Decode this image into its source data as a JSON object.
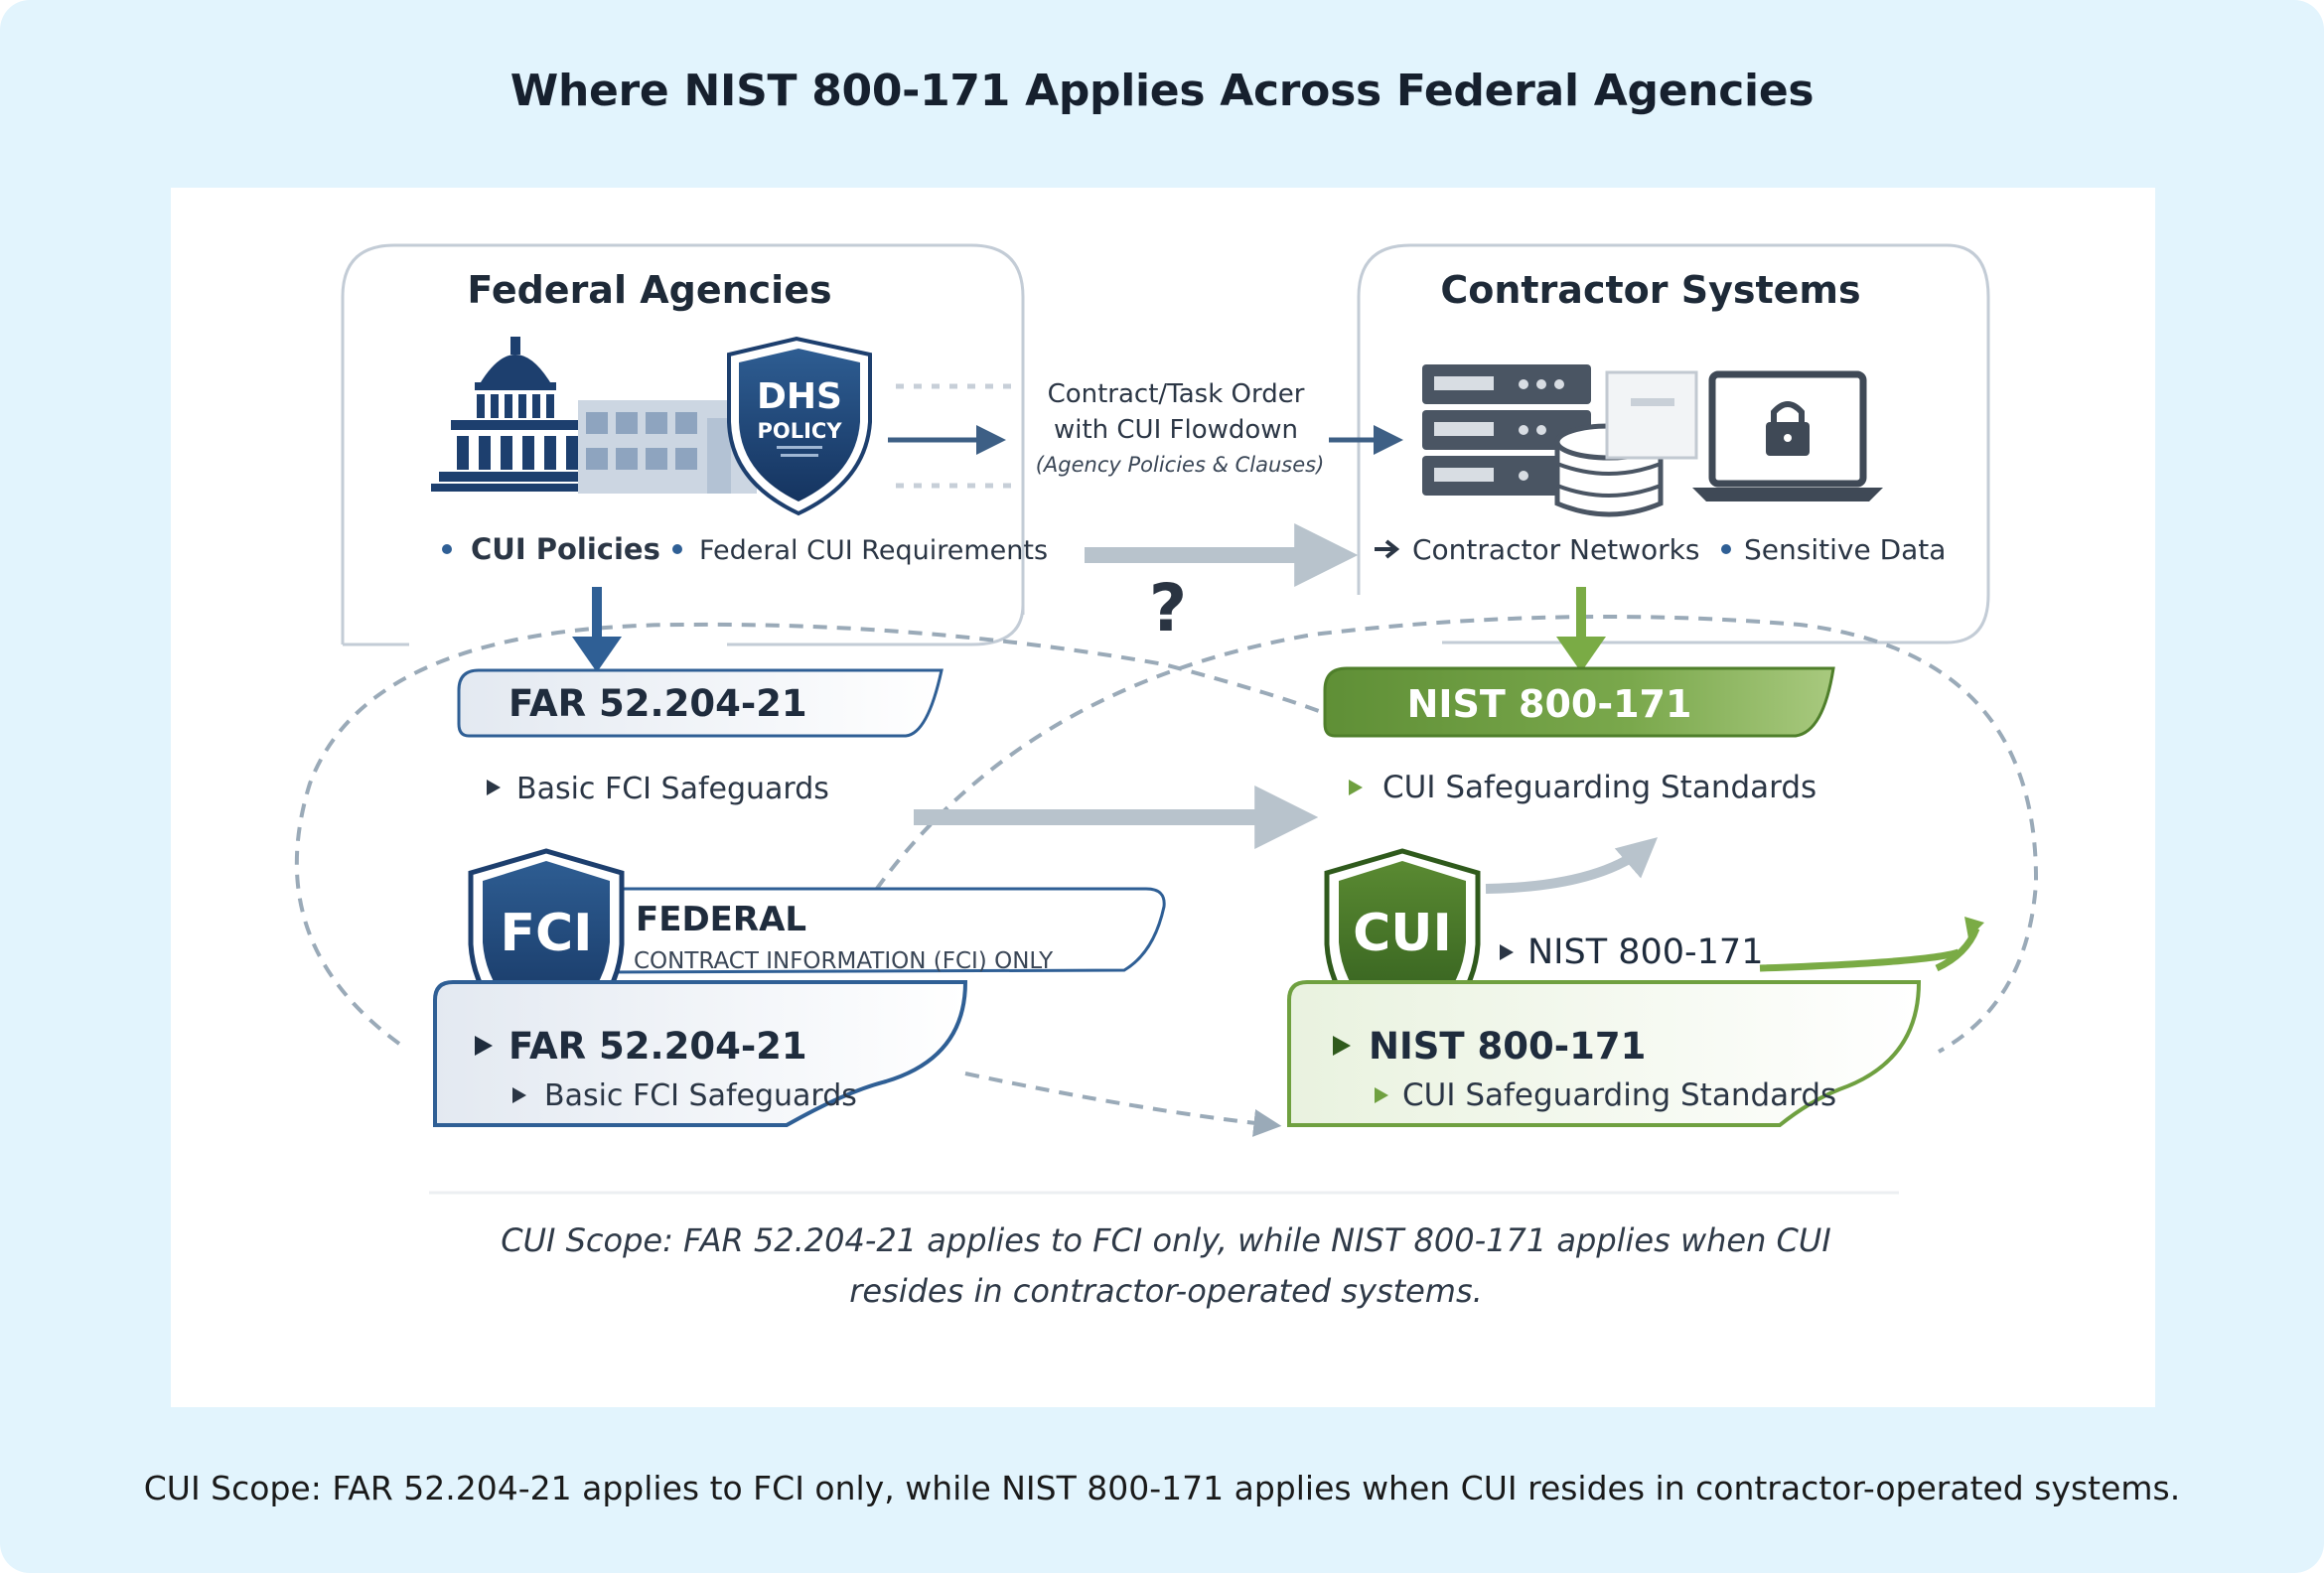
{
  "title": "Where NIST 800-171 Applies Across Federal Agencies",
  "federal": {
    "heading": "Federal Agencies",
    "shield_line1": "DHS",
    "shield_line2": "POLICY",
    "bullet1": "CUI Policies",
    "bullet2": "Federal CUI Requirements"
  },
  "flow": {
    "line1": "Contract/Task Order",
    "line2": "with CUI Flowdown",
    "line3": "(Agency Policies & Clauses)",
    "question": "?"
  },
  "contractor": {
    "heading": "Contractor Systems",
    "bullet1": "Contractor Networks",
    "bullet2": "Sensitive Data"
  },
  "far_top": {
    "label": "FAR 52.204-21",
    "sub": "Basic FCI Safeguards"
  },
  "nist_top": {
    "label": "NIST 800-171",
    "sub": "CUI Safeguarding Standards"
  },
  "fci": {
    "shield": "FCI",
    "title": "FEDERAL",
    "sub": "CONTRACT INFORMATION  (FCI) ONLY"
  },
  "cui": {
    "shield": "CUI",
    "side_label": "NIST 800-171"
  },
  "far_bottom": {
    "label": "FAR 52.204-21",
    "sub": "Basic FCI Safeguards"
  },
  "nist_bottom": {
    "label": "NIST 800-171",
    "sub": "CUI Safeguarding Standards"
  },
  "inner_caption": {
    "line1": "CUI Scope: FAR 52.204-21 applies to FCI only, while NIST 800-171 applies when CUI",
    "line2": "resides in contractor-operated systems."
  },
  "caption": "CUI Scope: FAR 52.204-21 applies to FCI only, while NIST 800-171 applies when CUI resides in contractor-operated systems.",
  "colors": {
    "background": "#e2f4fd",
    "navy": "#1d3f6e",
    "steel_blue": "#2f5f95",
    "green": "#5b8f33",
    "light_green": "#8bb85a",
    "gray_arrow": "#b8c3cc"
  }
}
